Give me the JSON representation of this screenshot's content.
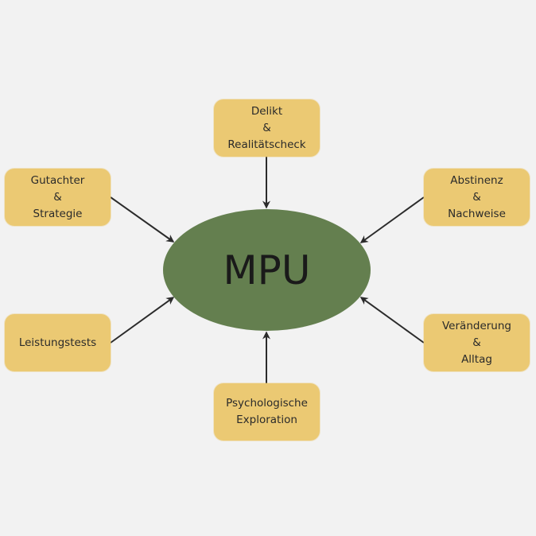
{
  "diagram": {
    "center": {
      "label": "MPU",
      "color": "#647f4f"
    },
    "node_color": "#ebc973",
    "background": "#f2f2f2",
    "arrow_color": "#2b2b2b",
    "nodes": [
      {
        "id": "top",
        "lines": [
          "Delikt",
          "&",
          "Realitätscheck"
        ]
      },
      {
        "id": "tl",
        "lines": [
          "Gutachter",
          "&",
          "Strategie"
        ]
      },
      {
        "id": "tr",
        "lines": [
          "Abstinenz",
          "&",
          "Nachweise"
        ]
      },
      {
        "id": "bl",
        "lines": [
          "Leistungstests"
        ]
      },
      {
        "id": "br",
        "lines": [
          "Veränderung",
          "&",
          "Alltag"
        ]
      },
      {
        "id": "bottom",
        "lines": [
          "Psychologische",
          "Exploration"
        ]
      }
    ],
    "edges": [
      {
        "from": "top",
        "to": "center"
      },
      {
        "from": "tl",
        "to": "center"
      },
      {
        "from": "tr",
        "to": "center"
      },
      {
        "from": "bl",
        "to": "center"
      },
      {
        "from": "br",
        "to": "center"
      },
      {
        "from": "bottom",
        "to": "center"
      }
    ]
  }
}
